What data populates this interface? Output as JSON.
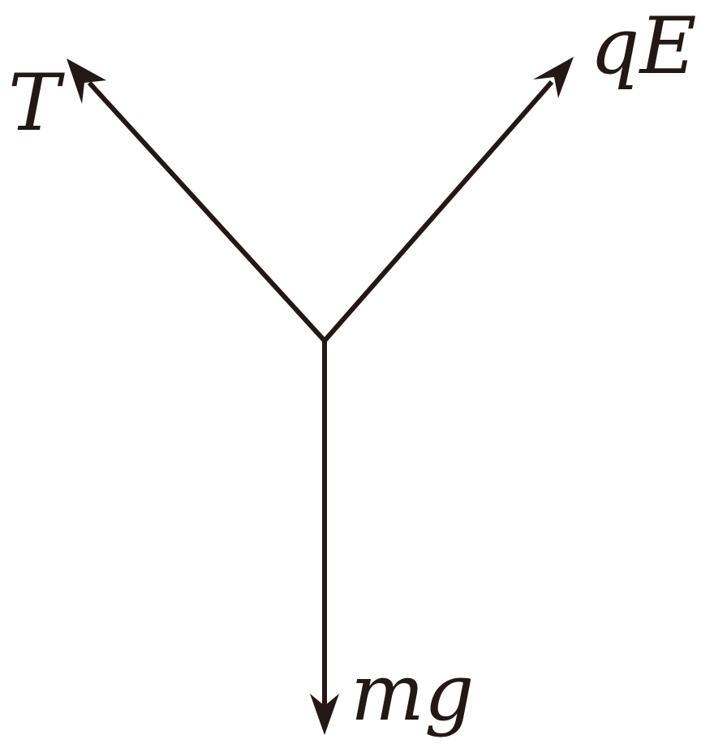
{
  "colors": {
    "ink": "#231815",
    "background": "#ffffff"
  },
  "forces": [
    {
      "id": "tension",
      "label": "T",
      "icon": "arrow-up-left-icon"
    },
    {
      "id": "electric",
      "label": "qE",
      "icon": "arrow-up-right-icon"
    },
    {
      "id": "gravity",
      "label": "mg",
      "icon": "arrow-down-icon"
    }
  ]
}
